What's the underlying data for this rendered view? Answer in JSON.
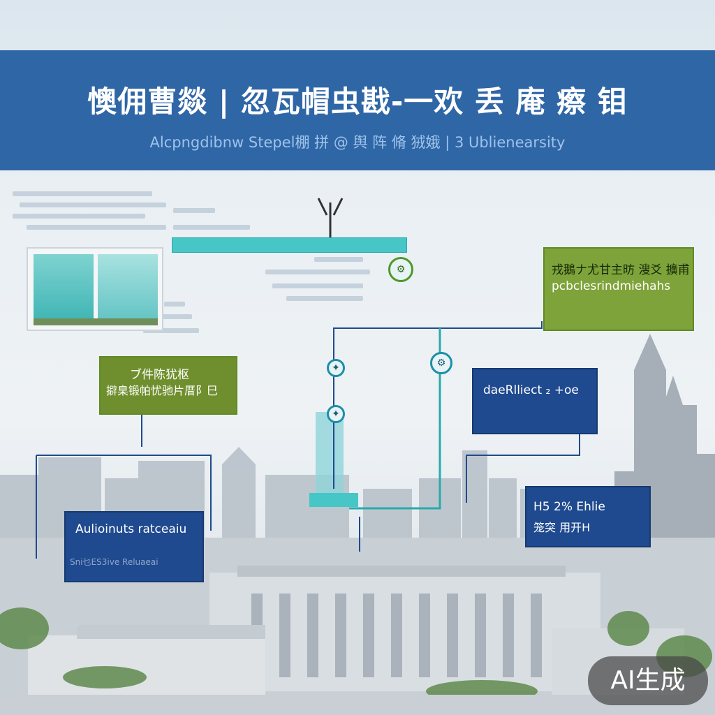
{
  "header": {
    "title": "懊佣曹燚 | 忽瓦帽虫戡-一欢 丢 庵 瘵 钼",
    "subtitle": "Alcpngdibnw  Stepel棚 拼 @ 舆 阵 脩  狨娥  | 3 Ublienearsity"
  },
  "panels": {
    "green_right": {
      "line1": "戎鵝ナ尤甘主昉 溲爻 擴甫",
      "line2": "pcbclesrindmiehahs"
    },
    "green_left": {
      "line1": "ブ件陈犹枢",
      "line2": "擗臬锻帕忧驰片厝阝巳"
    },
    "navy_mid": {
      "line1": "daeRlliect ₂ +oe"
    },
    "navy_left": {
      "line1": "Aulioinuts ratceaiu",
      "line2": "Sni乜ES3ive  Reluaeai"
    },
    "navy_right": {
      "line1": "H5 2% Ehlie",
      "line2": "笼突 用开H"
    }
  },
  "badge": {
    "label": "AI生成"
  },
  "colors": {
    "header": "#2f66a6",
    "panel_green": "#7ea33a",
    "panel_navy": "#1f4a8f",
    "teal": "#46c6c6"
  }
}
